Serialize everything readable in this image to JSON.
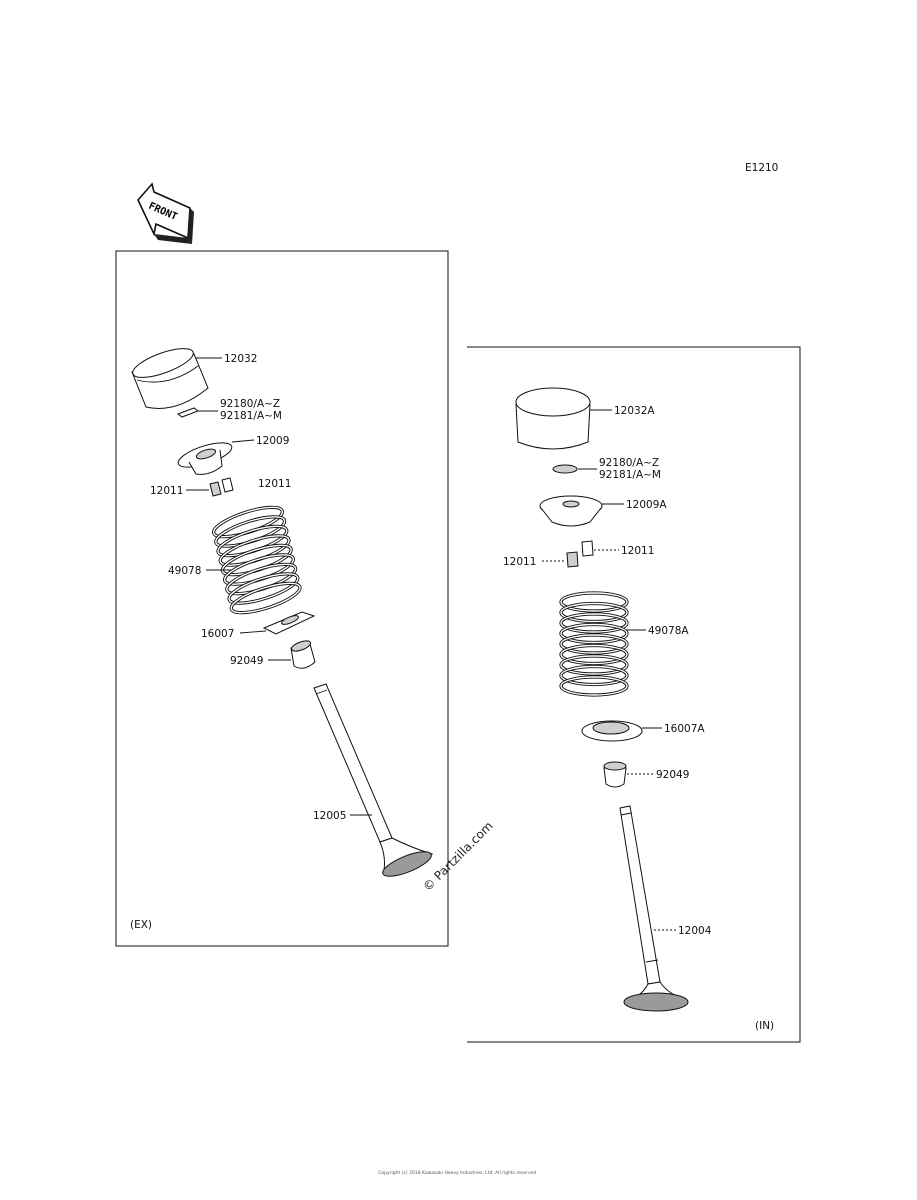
{
  "diagram_code": "E1210",
  "front_badge": "FRONT",
  "watermark": "© Partzilla.com",
  "copyright": "Copyright (c) 2018 Kawasaki Heavy Industries, Ltd. All rights reserved.",
  "exhaust": {
    "section_label": "(EX)",
    "parts": {
      "p12032": "12032",
      "p92180": "92180/A~Z",
      "p92181": "92181/A~M",
      "p12009": "12009",
      "p12011_right": "12011",
      "p12011_left": "12011",
      "p49078": "49078",
      "p16007": "16007",
      "p92049": "92049",
      "p12005": "12005"
    }
  },
  "intake": {
    "section_label": "(IN)",
    "parts": {
      "p12032A": "12032A",
      "p92180": "92180/A~Z",
      "p92181": "92181/A~M",
      "p12009A": "12009A",
      "p12011_right": "12011",
      "p12011_left": "12011",
      "p49078A": "49078A",
      "p16007A": "16007A",
      "p92049": "92049",
      "p12004": "12004"
    }
  }
}
